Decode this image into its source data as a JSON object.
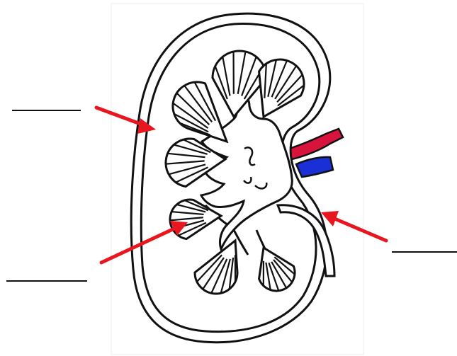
{
  "colors": {
    "arrow": "#e8161e",
    "artery": "#d8143c",
    "vein": "#1a2fd6",
    "outline": "#111111",
    "panel_border": "#ececec"
  },
  "labels": [
    {
      "name": "label-blank-upper-left",
      "text": ""
    },
    {
      "name": "label-blank-lower-left",
      "text": ""
    },
    {
      "name": "label-blank-right",
      "text": ""
    }
  ]
}
